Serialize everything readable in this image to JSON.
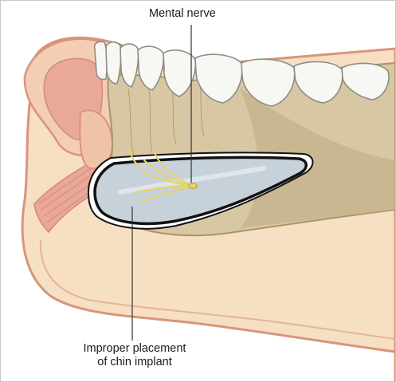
{
  "labels": {
    "mental_nerve": "Mental nerve",
    "implant_line1": "Improper placement",
    "implant_line2": "of chin implant"
  },
  "colors": {
    "skin": "#f6dfc3",
    "skin_outline": "#d9957b",
    "muscle": "#e9a898",
    "bone": "#d7c7a3",
    "bone_shadow": "#c3b189",
    "teeth": "#f7f7f4",
    "implant": "#c6d1d9",
    "implant_outline": "#111111",
    "nerve": "#e6d36e"
  }
}
